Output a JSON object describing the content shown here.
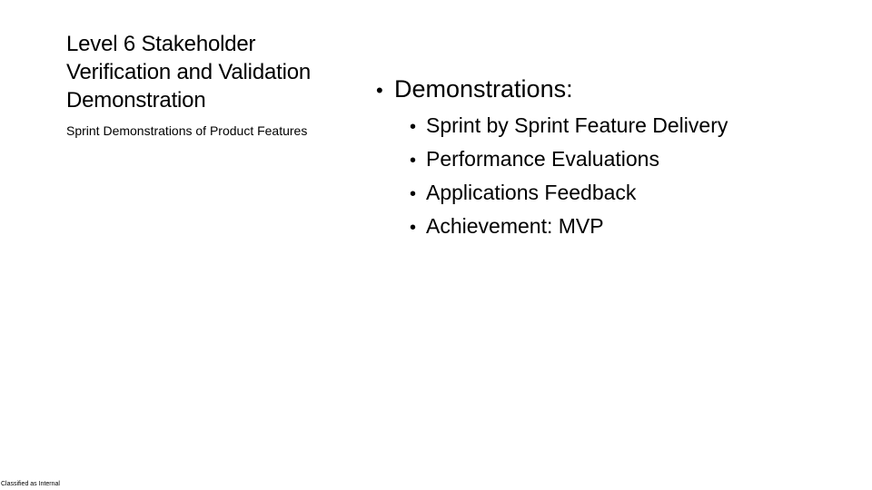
{
  "slide": {
    "title": "Level 6 Stakeholder Verification and Validation Demonstration",
    "subtitle": "Sprint Demonstrations of Product Features",
    "bullet_glyph": "•",
    "main_bullet": "Demonstrations:",
    "sub_bullets": [
      "Sprint by Sprint Feature Delivery",
      "Performance Evaluations",
      "Applications Feedback",
      "Achievement: MVP"
    ]
  },
  "footer": {
    "classification": "Classified as Internal"
  }
}
